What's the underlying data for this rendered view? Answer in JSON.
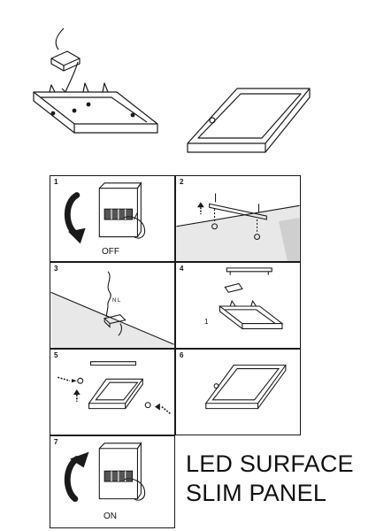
{
  "steps": [
    {
      "number": "1",
      "caption": "OFF"
    },
    {
      "number": "2"
    },
    {
      "number": "3"
    },
    {
      "number": "4"
    },
    {
      "number": "5"
    },
    {
      "number": "6"
    },
    {
      "number": "7",
      "caption": "ON"
    }
  ],
  "callouts": {
    "step3_wire_label": "N  L",
    "step4_marker": "1"
  },
  "title": {
    "line1": "LED SURFACE",
    "line2": "SLIM PANEL"
  }
}
